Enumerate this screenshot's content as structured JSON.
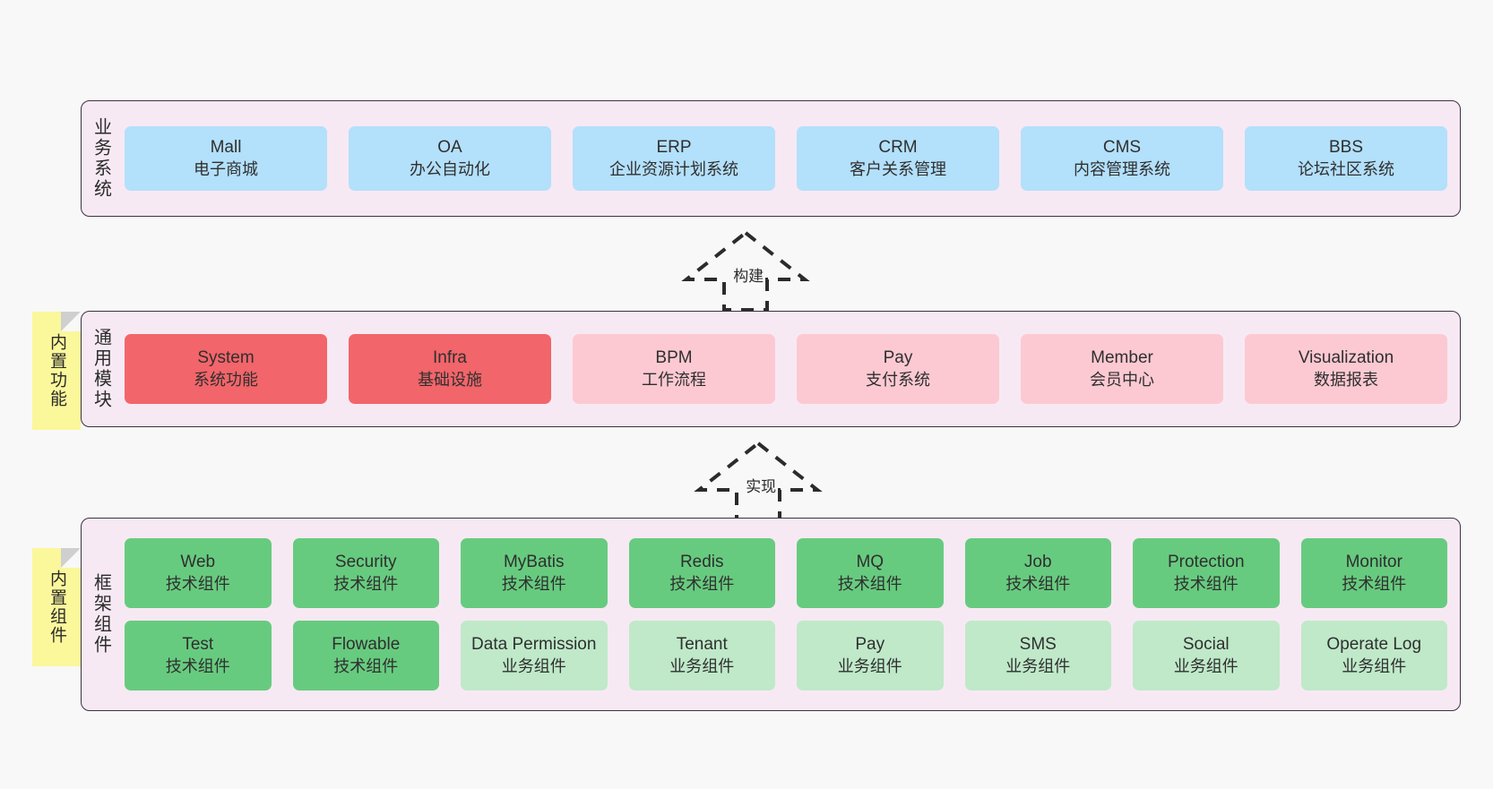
{
  "diagram": {
    "type": "layered-architecture",
    "background_color": "#f8f8f8",
    "layer_bg_color": "#f7e9f3",
    "layer_border_color": "#3a3340",
    "sticky_color": "#fbf79b"
  },
  "stickies": [
    {
      "name": "builtin-features",
      "label": "内置功能"
    },
    {
      "name": "builtin-components",
      "label": "内置组件"
    }
  ],
  "arrows": [
    {
      "name": "build",
      "label": "构建",
      "style": "dashed-hollow-up"
    },
    {
      "name": "implement",
      "label": "实现",
      "style": "dashed-hollow-up"
    }
  ],
  "layers": [
    {
      "id": "business",
      "title": "业务系统",
      "color": "#b3e0fb",
      "rows": [
        [
          {
            "name": "mall",
            "title": "Mall",
            "subtitle": "电子商城",
            "color": "#b3e0fb"
          },
          {
            "name": "oa",
            "title": "OA",
            "subtitle": "办公自动化",
            "color": "#b3e0fb"
          },
          {
            "name": "erp",
            "title": "ERP",
            "subtitle": "企业资源计划系统",
            "color": "#b3e0fb"
          },
          {
            "name": "crm",
            "title": "CRM",
            "subtitle": "客户关系管理",
            "color": "#b3e0fb"
          },
          {
            "name": "cms",
            "title": "CMS",
            "subtitle": "内容管理系统",
            "color": "#b3e0fb"
          },
          {
            "name": "bbs",
            "title": "BBS",
            "subtitle": "论坛社区系统",
            "color": "#b3e0fb"
          }
        ]
      ]
    },
    {
      "id": "modules",
      "title": "通用模块",
      "color": "#f2656a",
      "rows": [
        [
          {
            "name": "system",
            "title": "System",
            "subtitle": "系统功能",
            "color": "#f2656a"
          },
          {
            "name": "infra",
            "title": "Infra",
            "subtitle": "基础设施",
            "color": "#f2656a"
          },
          {
            "name": "bpm",
            "title": "BPM",
            "subtitle": "工作流程",
            "color": "#fcc9d2"
          },
          {
            "name": "pay",
            "title": "Pay",
            "subtitle": "支付系统",
            "color": "#fcc9d2"
          },
          {
            "name": "member",
            "title": "Member",
            "subtitle": "会员中心",
            "color": "#fcc9d2"
          },
          {
            "name": "visualization",
            "title": "Visualization",
            "subtitle": "数据报表",
            "color": "#fcc9d2"
          }
        ]
      ]
    },
    {
      "id": "framework",
      "title": "框架组件",
      "color": "#67cb7f",
      "rows": [
        [
          {
            "name": "web",
            "title": "Web",
            "subtitle": "技术组件",
            "color": "#67cb7f"
          },
          {
            "name": "security",
            "title": "Security",
            "subtitle": "技术组件",
            "color": "#67cb7f"
          },
          {
            "name": "mybatis",
            "title": "MyBatis",
            "subtitle": "技术组件",
            "color": "#67cb7f"
          },
          {
            "name": "redis",
            "title": "Redis",
            "subtitle": "技术组件",
            "color": "#67cb7f"
          },
          {
            "name": "mq",
            "title": "MQ",
            "subtitle": "技术组件",
            "color": "#67cb7f"
          },
          {
            "name": "job",
            "title": "Job",
            "subtitle": "技术组件",
            "color": "#67cb7f"
          },
          {
            "name": "protection",
            "title": "Protection",
            "subtitle": "技术组件",
            "color": "#67cb7f"
          },
          {
            "name": "monitor",
            "title": "Monitor",
            "subtitle": "技术组件",
            "color": "#67cb7f"
          }
        ],
        [
          {
            "name": "test",
            "title": "Test",
            "subtitle": "技术组件",
            "color": "#67cb7f"
          },
          {
            "name": "flowable",
            "title": "Flowable",
            "subtitle": "技术组件",
            "color": "#67cb7f"
          },
          {
            "name": "data-permission",
            "title": "Data Permission",
            "subtitle": "业务组件",
            "color": "#bfe9c9"
          },
          {
            "name": "tenant",
            "title": "Tenant",
            "subtitle": "业务组件",
            "color": "#bfe9c9"
          },
          {
            "name": "pay-component",
            "title": "Pay",
            "subtitle": "业务组件",
            "color": "#bfe9c9"
          },
          {
            "name": "sms",
            "title": "SMS",
            "subtitle": "业务组件",
            "color": "#bfe9c9"
          },
          {
            "name": "social",
            "title": "Social",
            "subtitle": "业务组件",
            "color": "#bfe9c9"
          },
          {
            "name": "operate-log",
            "title": "Operate Log",
            "subtitle": "业务组件",
            "color": "#bfe9c9"
          }
        ]
      ]
    }
  ]
}
